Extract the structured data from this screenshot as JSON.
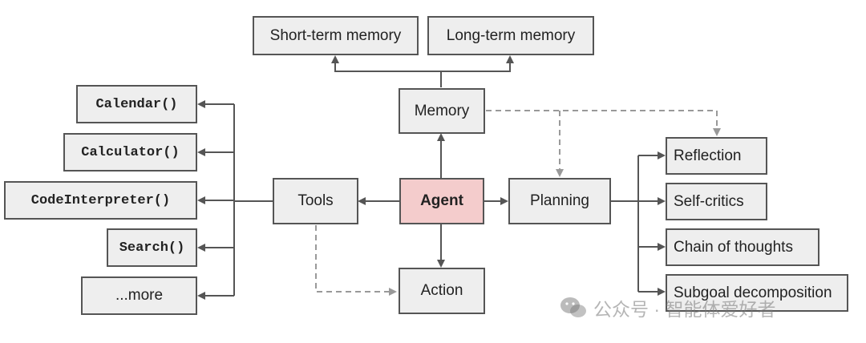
{
  "nodes": {
    "short_term_memory": "Short-term memory",
    "long_term_memory": "Long-term memory",
    "memory": "Memory",
    "agent": "Agent",
    "tools": "Tools",
    "planning": "Planning",
    "action": "Action",
    "calendar": "Calendar()",
    "calculator": "Calculator()",
    "code_interpreter": "CodeInterpreter()",
    "search": "Search()",
    "more": "...more",
    "reflection": "Reflection",
    "self_critics": "Self-critics",
    "chain_of_thoughts": "Chain of thoughts",
    "subgoal_decomposition": "Subgoal decomposition"
  },
  "watermark": {
    "text": "公众号 · 智能体爱好者"
  },
  "colors": {
    "box_fill": "#eeeeee",
    "agent_fill": "#f4cccc",
    "edge": "#555555",
    "dashed_edge": "#999999"
  }
}
